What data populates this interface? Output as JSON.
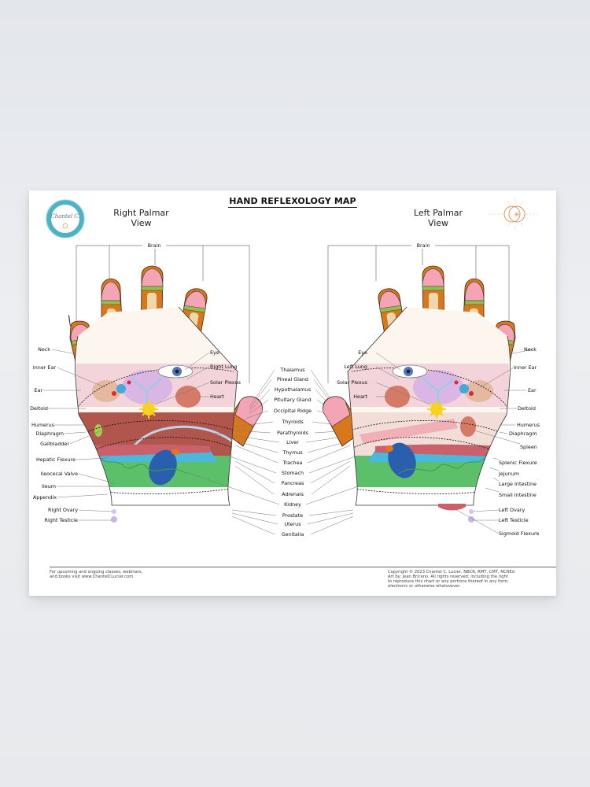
{
  "poster": {
    "title": "HAND REFLEXOLOGY MAP",
    "logo_left": "chantel-c-lucier-teal-circle-logo",
    "logo_right": "sun-moon-emblem-icon",
    "right_view": {
      "line1": "Right Palmar",
      "line2": "View"
    },
    "left_view": {
      "line1": "Left Palmar",
      "line2": "View"
    }
  },
  "right_hand": {
    "top_label": "Brain",
    "left_labels": [
      "Neck",
      "Inner Ear",
      "Ear",
      "Deltoid",
      "Humerus",
      "Diaphragm",
      "Gallbladder",
      "Hepatic Flexure",
      "Ileocecal Valve",
      "Ileum",
      "Appendix",
      "Right Ovary",
      "Right Testicle"
    ],
    "right_labels": [
      "Eye",
      "Right Lung",
      "Solar Plexus",
      "Heart"
    ]
  },
  "center_labels": [
    "Thalamus",
    "Pineal Gland",
    "Hypothalamus",
    "Pituitary Gland",
    "Occipital Ridge",
    "Thyroids",
    "Parathyroids",
    "Liver",
    "Thymus",
    "Trachea",
    "Stomach",
    "Pancreas",
    "Adrenals",
    "Kidney",
    "Prostate",
    "Uterus",
    "Genitalia"
  ],
  "left_hand": {
    "top_label": "Brain",
    "left_labels": [
      "Eye",
      "Left Lung",
      "Solar Plexus",
      "Heart"
    ],
    "right_labels": [
      "Neck",
      "Inner Ear",
      "Ear",
      "Deltoid",
      "Humerus",
      "Diaphragm",
      "Spleen",
      "Splenic Flexure",
      "Jejunum",
      "Large Intestine",
      "Small Intestine",
      "Left Ovary",
      "Left Testicle",
      "Sigmoid Flexure"
    ]
  },
  "footer": {
    "left_line1": "For upcoming and ongoing classes, webinars,",
    "left_line2": "and books visit www.ChantelCLucier.com",
    "right_line1": "Copyright  © 2023 Chantel C. Lucier, NBCR, RMT, CMT, NCREd",
    "right_line2": "Art by: Jean Briceno.  All rights reserved; including the right",
    "right_line3": "to reproduce this chart or any portions thereof in any form,",
    "right_line4": "electronic or otherwise whatsoever."
  },
  "colors": {
    "finger_orange": "#d9771c",
    "bone": "#f1dcb4",
    "fingertip_pink": "#f3a5b5",
    "neck_band_green": "#8fbf4e",
    "small_intestine_green": "#5cbf6a",
    "jejunum_blue": "#4ab8dc",
    "kidney_blue": "#2a5fae",
    "large_intestine": "#c9606a",
    "liver": "#a8453a",
    "solar_plexus_yellow": "#f7d21e",
    "logo_teal": "#2ba6b8",
    "emblem_gold": "#d49a62"
  }
}
